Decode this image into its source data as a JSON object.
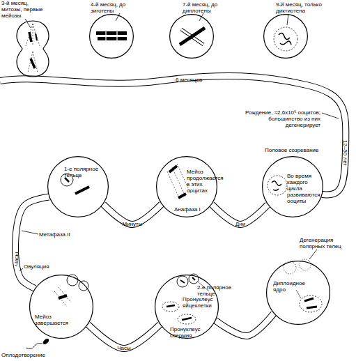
{
  "diagram": {
    "nodes": [
      {
        "text": [
          "3-й месяц, митозы, первые мейозы"
        ]
      },
      {
        "text": [
          "4-й месяц, до зиготены"
        ]
      },
      {
        "text": [
          "7-й месяц, до диплотены"
        ]
      },
      {
        "text": [
          "9-й месяц, только диктиотена"
        ]
      },
      {
        "text": [
          "1-е полярное тельце"
        ]
      },
      {
        "text": [
          "Мейоз продолжается в этих ооцитах",
          "Анафаза I"
        ]
      },
      {
        "text": [
          "Половое созревание",
          "Во время каждого цикла развиваются ооциты"
        ]
      },
      {
        "text": [
          "Мейоз завершается",
          "Оплодотворение"
        ]
      },
      {
        "text": [
          "2-е полярное тельце",
          "Пронуклеус яйцеклетки",
          "Пронуклеус спермия"
        ]
      },
      {
        "text": [
          "Дегенерация полярных телец",
          "Диплоидное ядро"
        ]
      }
    ],
    "edges": [
      {
        "from": 6,
        "to": 5,
        "arrow": "none",
        "label": "Дни"
      },
      {
        "from": 5,
        "to": 4,
        "arrow": "none",
        "label": "Минуты"
      },
      {
        "from": 4,
        "to": 7,
        "arrow": "none",
        "label": "Часы"
      },
      {
        "from": 7,
        "to": 8,
        "arrow": "none",
        "label": "Часы"
      },
      {
        "from": 8,
        "to": 9,
        "arrow": "none"
      }
    ],
    "labels": [
      "6 месяцев",
      "Рождение, ≈2,6x10⁶ ооцитов; большинство из них дегенерирует",
      "12–50 лет",
      "Метафаза II",
      "Овуляция"
    ]
  }
}
